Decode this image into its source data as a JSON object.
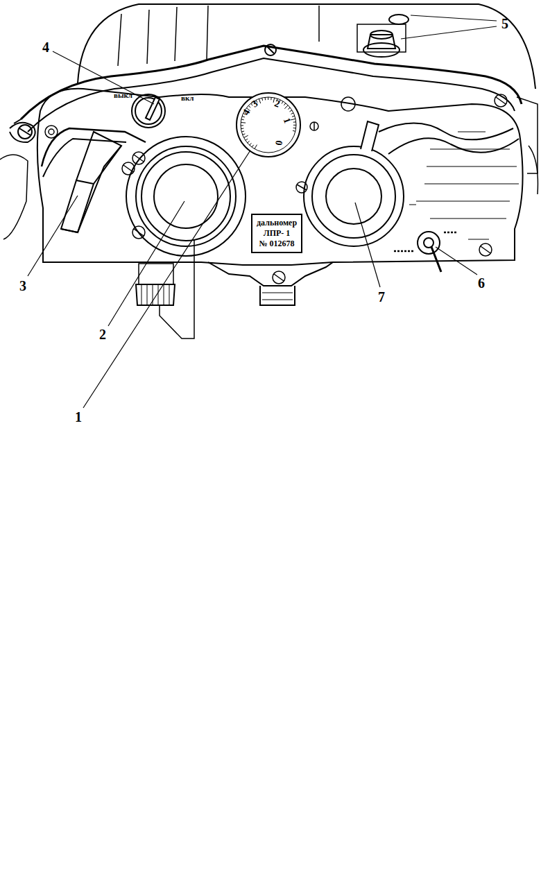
{
  "diagram": {
    "nodes": [
      {
        "text": [
          "4",
          "3",
          "2",
          "1",
          "0"
        ]
      },
      {
        "text": [
          "дальномер",
          "ЛПР- 1",
          "№ 012678"
        ]
      }
    ],
    "labels": [
      "4",
      "выкл",
      "вкл",
      "5",
      "3",
      "7",
      "6",
      "2",
      "1"
    ]
  }
}
